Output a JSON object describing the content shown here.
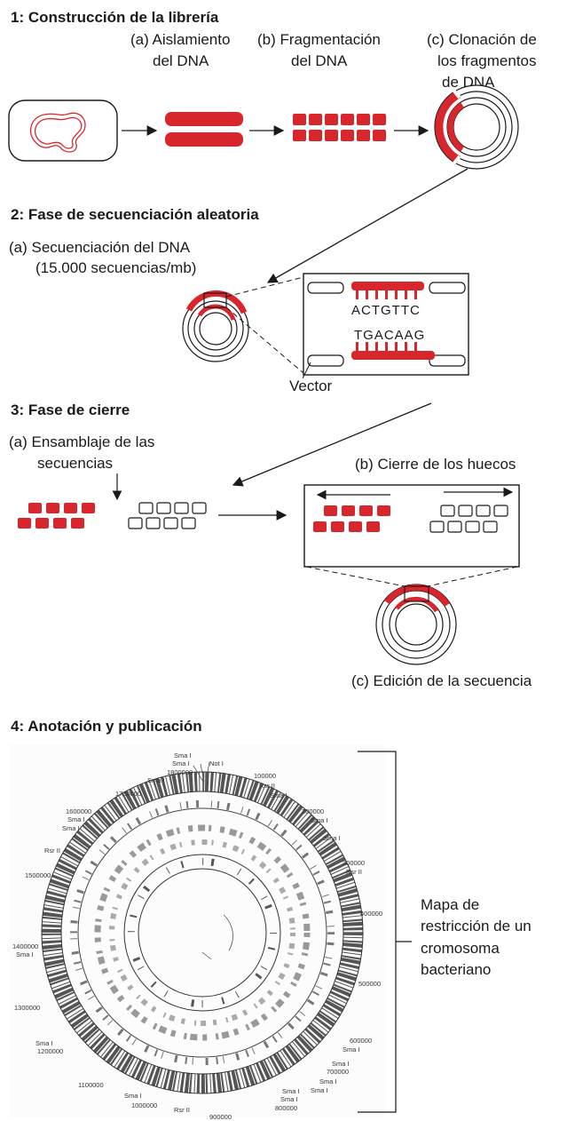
{
  "colors": {
    "fragment_red": "#d8262d",
    "ink": "#1a1a1a"
  },
  "step1": {
    "heading": "1: Construcción de la librería",
    "a_line1": "(a) Aislamiento",
    "a_line2": "del DNA",
    "b_line1": "(b) Fragmentación",
    "b_line2": "del DNA",
    "c_line1": "(c) Clonación de",
    "c_line2": "los fragmentos",
    "c_line3": "de DNA"
  },
  "step2": {
    "heading": "2: Fase de secuenciación aleatoria",
    "a_line1": "(a) Secuenciación del DNA",
    "a_line2": "(15.000 secuencias/mb)",
    "seq_top": "ACTGTTC",
    "seq_bottom": "TGACAAG",
    "vector_label": "Vector"
  },
  "step3": {
    "heading": "3: Fase de cierre",
    "a_line1": "(a) Ensamblaje de las",
    "a_line2": "secuencias",
    "b_label": "(b) Cierre de los huecos",
    "c_label": "(c) Edición de la secuencia"
  },
  "step4": {
    "heading": "4: Anotación y publicación",
    "map_line1": "Mapa de",
    "map_line2": "restricción de un",
    "map_line3": "cromosoma",
    "map_line4": "bacteriano",
    "map_labels": {
      "sma1": "Sma I",
      "sma2": "Sma I",
      "not1": "Not I",
      "l1800000": "1800000",
      "sma3": "Sma I",
      "l1700000": "1700000",
      "l100000": "100000",
      "rsr1": "Rsr II",
      "sma4": "Sma I",
      "l1600000": "1600000",
      "sma5": "Sma I",
      "sma6": "Sma I",
      "l200000": "200000",
      "sma7": "Sma I",
      "sma8": "Sma I",
      "rsr2": "Rsr II",
      "l1500000": "1500000",
      "l300000": "300000",
      "rsr3": "Rsr II",
      "l400000": "400000",
      "l1400000": "1400000",
      "sma9": "Sma I",
      "l500000": "500000",
      "l1300000": "1300000",
      "sma10": "Sma I",
      "l1200000": "1200000",
      "l600000": "600000",
      "sma11": "Sma I",
      "sma12": "Sma I",
      "l700000": "700000",
      "sma13": "Sma I",
      "sma14": "Sma I",
      "l1100000": "1100000",
      "sma15": "Sma I",
      "sma16": "Sma I",
      "l800000": "800000",
      "sma17": "Sma I",
      "l1000000": "1000000",
      "rsr4": "Rsr II",
      "l900000": "900000"
    }
  }
}
